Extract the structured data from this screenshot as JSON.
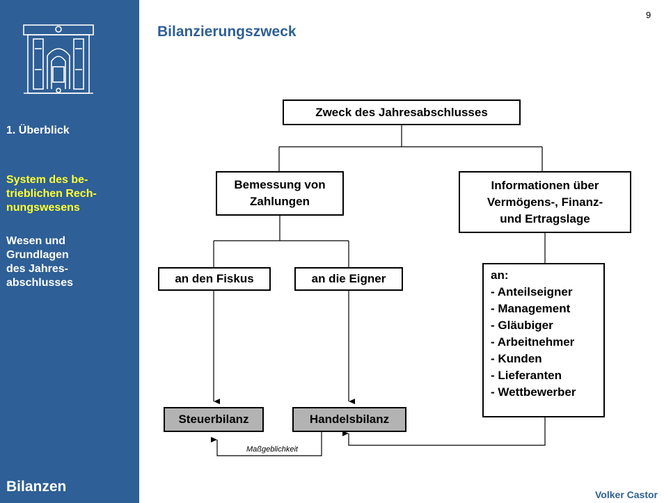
{
  "page_number": "9",
  "title": "Bilanzierungszweck",
  "sidebar": {
    "nav": [
      "1. Überblick",
      "System des be-\ntrieblichen Rech-\nnungswesens",
      "Wesen und\nGrundlagen\ndes Jahres-\nabschlusses"
    ],
    "footer": "Bilanzen"
  },
  "author": "Volker Castor",
  "diagram": {
    "root": "Zweck des Jahresabschlusses",
    "bemessung": "Bemessung von\nZahlungen",
    "informationen": "Informationen über\nVermögens-, Finanz-\nund Ertragslage",
    "fiskus": "an den Fiskus",
    "eigner": "an die Eigner",
    "an_title": "an:",
    "an_list": [
      "- Anteilseigner",
      "- Management",
      "- Gläubiger",
      "- Arbeitnehmer",
      "- Kunden",
      "- Lieferanten",
      "- Wettbewerber"
    ],
    "steuerbilanz": "Steuerbilanz",
    "handelsbilanz": "Handelsbilanz",
    "massgeblichkeit": "Maßgeblichkeit"
  },
  "colors": {
    "sidebar": "#2e5f96",
    "active_nav": "#ffff33",
    "gray_box": "#b3b3b3"
  }
}
